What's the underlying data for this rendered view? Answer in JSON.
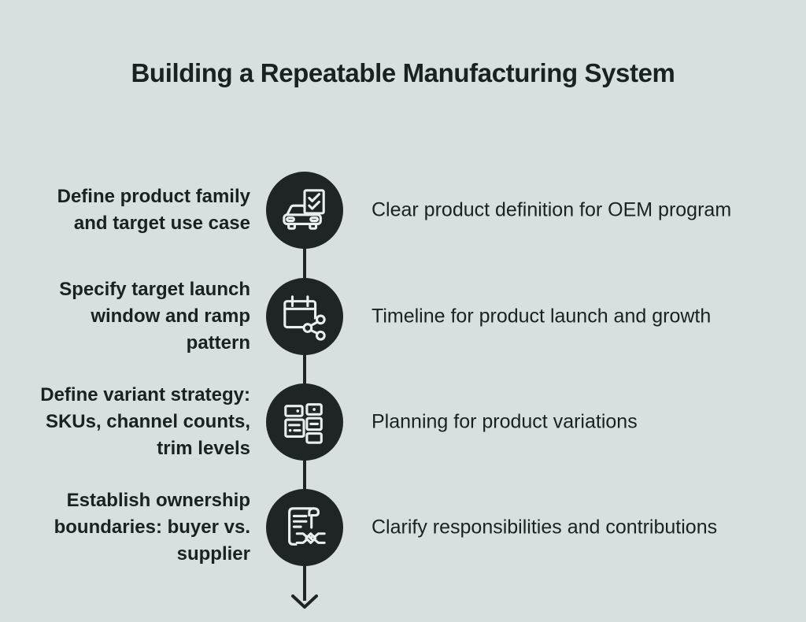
{
  "title": "Building a Repeatable Manufacturing System",
  "colors": {
    "background": "#d7dfe1",
    "dark": "#1f2424",
    "icon_stroke": "#e9eeee",
    "text": "#1a2121"
  },
  "steps": [
    {
      "label": "Define product family and target use case",
      "description": "Clear product definition for OEM program",
      "icon": "car-checklist-icon"
    },
    {
      "label": "Specify target launch window and ramp pattern",
      "description": "Timeline for product launch and growth",
      "icon": "calendar-share-icon"
    },
    {
      "label": "Define variant strategy: SKUs, channel counts, trim levels",
      "description": "Planning for product variations",
      "icon": "variant-cards-icon"
    },
    {
      "label": "Establish ownership boundaries: buyer vs. supplier",
      "description": "Clarify responsibilities and contributions",
      "icon": "contract-handshake-icon"
    }
  ],
  "flow": {
    "direction": "down",
    "arrow": "down-arrow-icon"
  }
}
